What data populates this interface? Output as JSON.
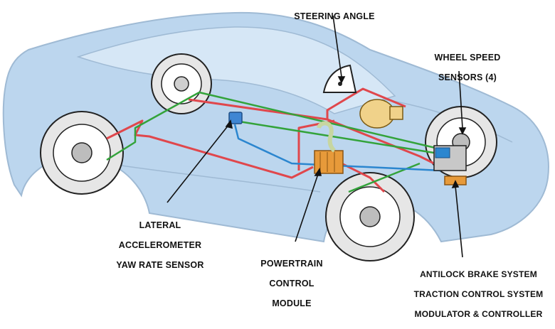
{
  "labels": {
    "steering_angle": "STEERING ANGLE",
    "wheel_speed_1": "WHEEL SPEED",
    "wheel_speed_2": "SENSORS (4)",
    "lateral_1": "LATERAL",
    "lateral_2": "ACCELEROMETER",
    "lateral_3": "YAW RATE SENSOR",
    "pcm_1": "POWERTRAIN",
    "pcm_2": "CONTROL",
    "pcm_3": "MODULE",
    "abs_1": "ANTILOCK BRAKE SYSTEM",
    "abs_2": "TRACTION CONTROL SYSTEM",
    "abs_3": "MODULATOR & CONTROLLER"
  },
  "colors": {
    "car_body": "#bcd6ee",
    "car_outline": "#9fbad4",
    "brake_line": "#e0474c",
    "sensor_wire_green": "#33a33a",
    "sensor_wire_blue": "#2b86cf",
    "module": "#e79a3a",
    "yaw_sensor": "#3f86d3"
  }
}
